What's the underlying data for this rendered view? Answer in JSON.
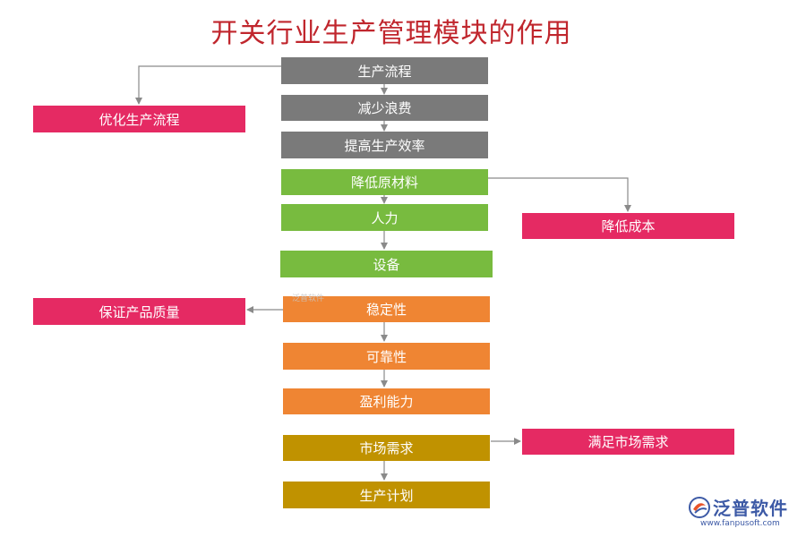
{
  "title": "开关行业生产管理模块的作用",
  "center_steps": [
    "生产流程",
    "减少浪费",
    "提高生产效率",
    "降低原材料",
    "人力",
    "设备",
    "稳定性",
    "可靠性",
    "盈利能力",
    "市场需求",
    "生产计划"
  ],
  "outcomes": {
    "optimize_process": "优化生产流程",
    "reduce_cost": "降低成本",
    "ensure_quality": "保证产品质量",
    "meet_demand": "满足市场需求"
  },
  "colors": {
    "title": "#c0262d",
    "gray": "#7a7a7a",
    "green": "#78bb3f",
    "orange": "#ef8533",
    "olive": "#c09200",
    "pink": "#e52a63",
    "connector": "#8a8a8a",
    "logo": "#3d5aa6"
  },
  "watermark": {
    "name": "泛普软件",
    "url": "www.fanpusoft.com",
    "icon": "fanpu-logo-icon"
  }
}
